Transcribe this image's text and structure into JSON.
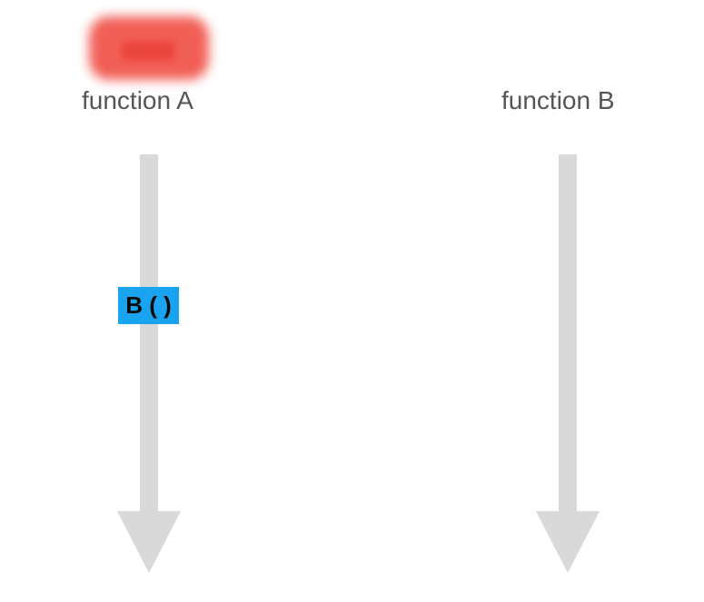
{
  "functions": {
    "a": {
      "label": "function A"
    },
    "b": {
      "label": "function B"
    }
  },
  "call": {
    "label": "B ( )"
  },
  "colors": {
    "arrow": "#d9d9d9",
    "label_text": "#555555",
    "call_badge": "#1aa3ee",
    "highlight_blob": "#f04e44"
  }
}
